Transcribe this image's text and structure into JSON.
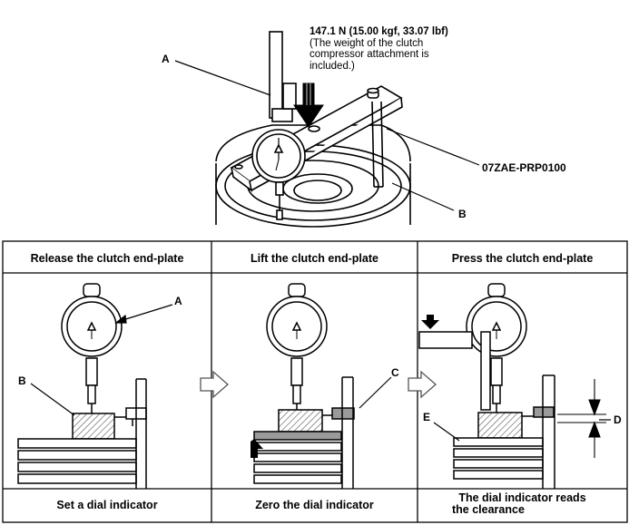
{
  "top": {
    "force_main": "147.1 N (15.00 kgf, 33.07 lbf)",
    "force_note": [
      "(The weight of the clutch",
      "compressor attachment is",
      "included.)"
    ],
    "label_a": "A",
    "label_b": "B",
    "tool_number": "07ZAE-PRP0100"
  },
  "panels": [
    {
      "title": "Release the clutch end-plate",
      "caption": [
        "Set a dial indicator"
      ],
      "labels": [
        "A",
        "B"
      ]
    },
    {
      "title": "Lift the clutch end-plate",
      "caption": [
        "Zero the dial indicator"
      ],
      "labels": [
        "C"
      ]
    },
    {
      "title": "Press the clutch end-plate",
      "caption": [
        "The dial indicator reads",
        "the clearance"
      ],
      "labels": [
        "E",
        "D"
      ]
    }
  ],
  "colors": {
    "line": "#000000",
    "hatch_fill": "#d9d9d9",
    "shim": "#9a9a9a",
    "arrow": "#000000"
  }
}
